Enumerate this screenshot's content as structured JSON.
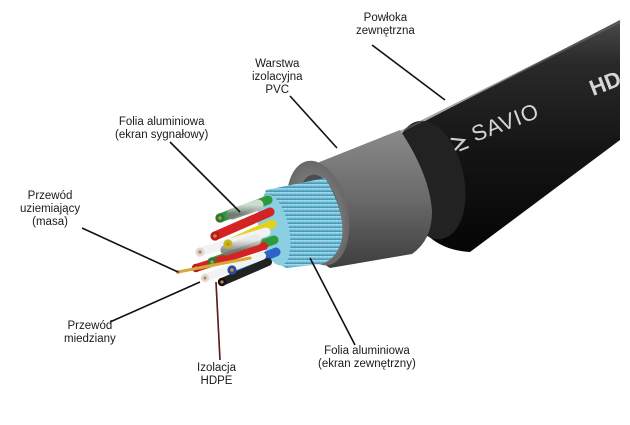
{
  "brand": {
    "logo_text": "SAVIO",
    "product_text": "HD"
  },
  "labels": {
    "outer_sheath": {
      "line1": "Powłoka",
      "line2": "zewnętrzna"
    },
    "pvc_insulation": {
      "line1": "Warstwa",
      "line2": "izolacyjna",
      "line3": "PVC"
    },
    "signal_foil": {
      "line1": "Folia aluminiowa",
      "line2": "(ekran sygnałowy)"
    },
    "ground_wire": {
      "line1": "Przewód",
      "line2": "uziemiający",
      "line3": "(masa)"
    },
    "copper_wire": {
      "line1": "Przewód",
      "line2": "miedziany"
    },
    "hdpe_insulation": {
      "line1": "Izolacja",
      "line2": "HDPE"
    },
    "outer_foil": {
      "line1": "Folia aluminiowa",
      "line2": "(ekran zewnętrzny)"
    }
  },
  "colors": {
    "sheath": "#1b1b1b",
    "pvc_layer": "#6e6e6e",
    "foil_blue": "#7cc4dc",
    "wire_red": "#d42323",
    "wire_green": "#2e9a3e",
    "wire_yellow": "#e2d21b",
    "wire_blue": "#2d63c8",
    "wire_white": "#f2f2f2",
    "wire_black": "#222222"
  },
  "icons": {
    "logo_mark": "savio-logo-icon"
  }
}
